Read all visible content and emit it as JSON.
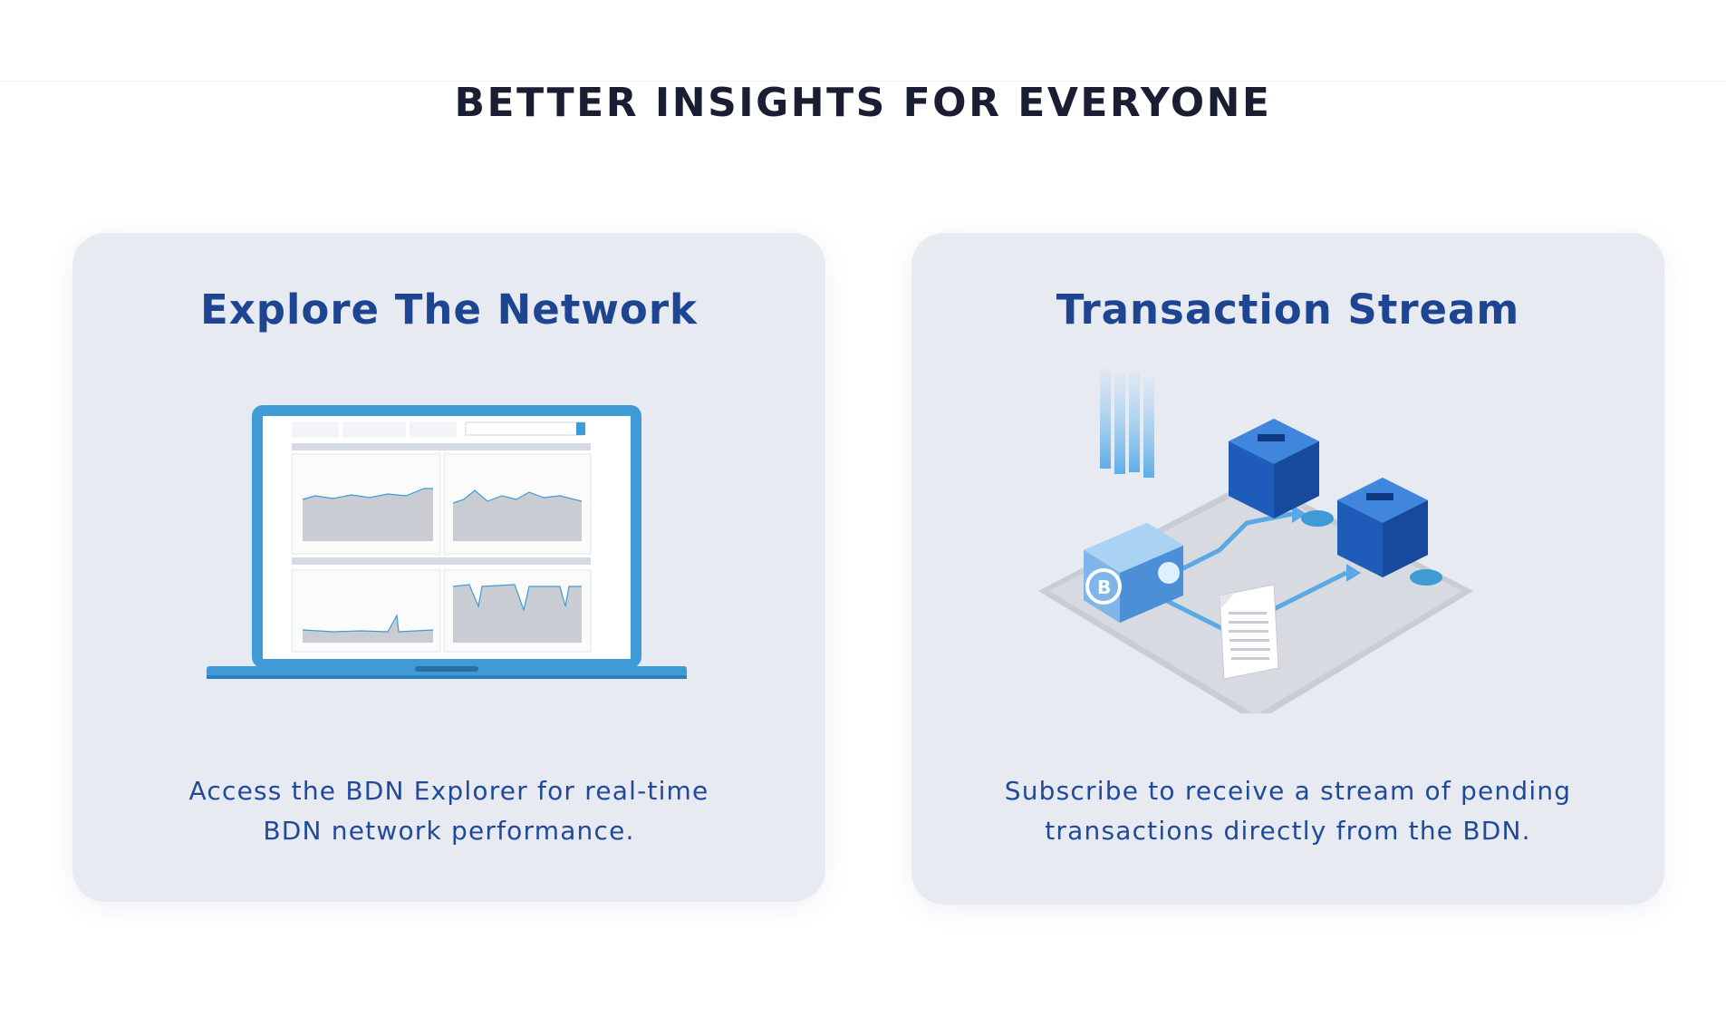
{
  "section": {
    "title": "BETTER INSIGHTS FOR EVERYONE"
  },
  "cards": [
    {
      "title": "Explore The Network",
      "illustration": "laptop-dashboard-illustration",
      "description": [
        "Access the BDN Explorer for real-time",
        "BDN network performance."
      ]
    },
    {
      "title": "Transaction Stream",
      "illustration": "transaction-stream-illustration",
      "description": [
        "Subscribe to receive a stream of pending",
        "transactions directly from the BDN."
      ]
    }
  ],
  "colors": {
    "title_dark": "#1b1d33",
    "card_title": "#1d4592",
    "card_bg": "#e8eaf1",
    "accent_blue": "#3f9ad6"
  }
}
